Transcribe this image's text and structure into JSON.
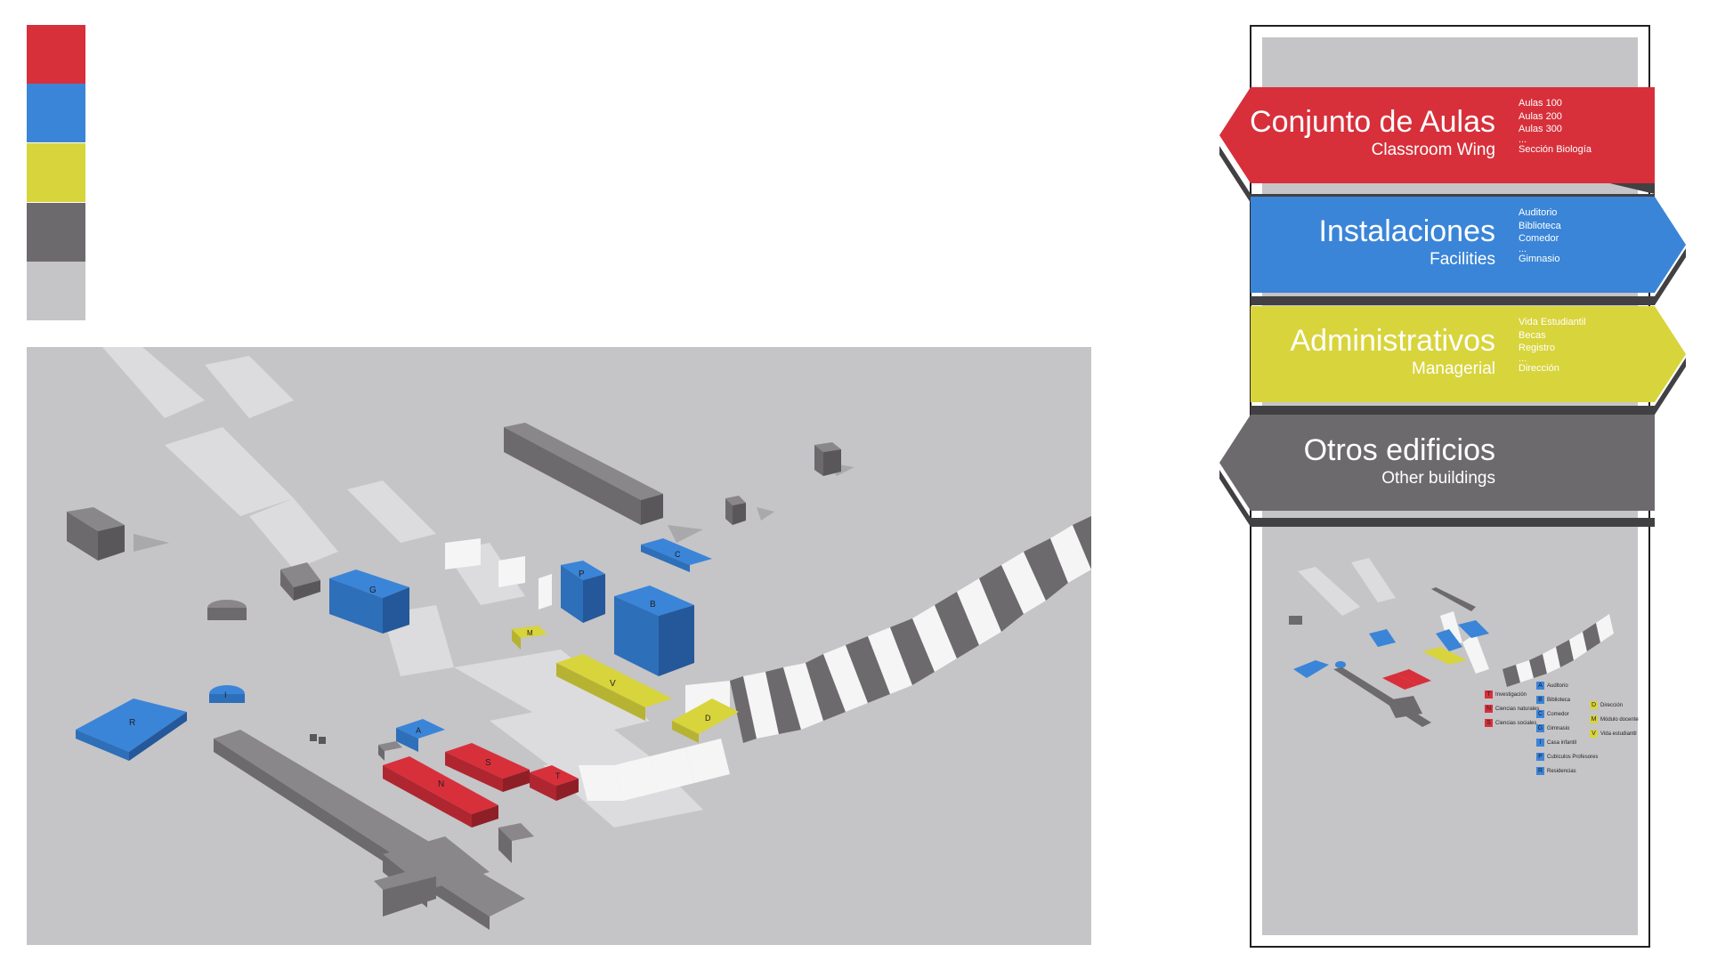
{
  "palette": {
    "swatches": [
      {
        "name": "red",
        "color": "#d7303b"
      },
      {
        "name": "blue",
        "color": "#3a85d8"
      },
      {
        "name": "yellow",
        "color": "#d8d43c"
      },
      {
        "name": "gray-dark",
        "color": "#6d6a6e"
      },
      {
        "name": "gray-light",
        "color": "#c5c4c7"
      }
    ]
  },
  "map": {
    "building_labels": [
      "G",
      "P",
      "B",
      "C",
      "M",
      "V",
      "D",
      "I",
      "R",
      "A",
      "S",
      "N",
      "T"
    ]
  },
  "signs": [
    {
      "id": "aulas",
      "title": "Conjunto de Aulas",
      "subtitle": "Classroom Wing",
      "items": [
        "Aulas 100",
        "Aulas 200",
        "Aulas 300",
        "...",
        "Sección Biología"
      ],
      "color": "#d7303b"
    },
    {
      "id": "instalaciones",
      "title": "Instalaciones",
      "subtitle": "Facilities",
      "items": [
        "Auditorio",
        "Biblioteca",
        "Comedor",
        "...",
        "Gimnasio"
      ],
      "color": "#3a85d8"
    },
    {
      "id": "administrativos",
      "title": "Administrativos",
      "subtitle": "Managerial",
      "items": [
        "Vida Estudiantil",
        "Becas",
        "Registro",
        "...",
        "Dirección"
      ],
      "color": "#d8d43c"
    },
    {
      "id": "otros",
      "title": "Otros edificios",
      "subtitle": "Other buildings",
      "items": [],
      "color": "#6d6a6e"
    }
  ],
  "mini_legend": {
    "red": [
      {
        "key": "T",
        "label": "Investigación"
      },
      {
        "key": "N",
        "label": "Ciencias naturales"
      },
      {
        "key": "S",
        "label": "Ciencias sociales"
      }
    ],
    "blue": [
      {
        "key": "A",
        "label": "Auditorio"
      },
      {
        "key": "B",
        "label": "Biblioteca"
      },
      {
        "key": "C",
        "label": "Comedor"
      },
      {
        "key": "G",
        "label": "Gimnasio"
      },
      {
        "key": "I",
        "label": "Casa infantil"
      },
      {
        "key": "P",
        "label": "Cubículos Profesores"
      },
      {
        "key": "R",
        "label": "Residencias"
      }
    ],
    "yellow": [
      {
        "key": "D",
        "label": "Dirección"
      },
      {
        "key": "M",
        "label": "Módulo docente"
      },
      {
        "key": "V",
        "label": "Vida estudiantil"
      }
    ]
  }
}
